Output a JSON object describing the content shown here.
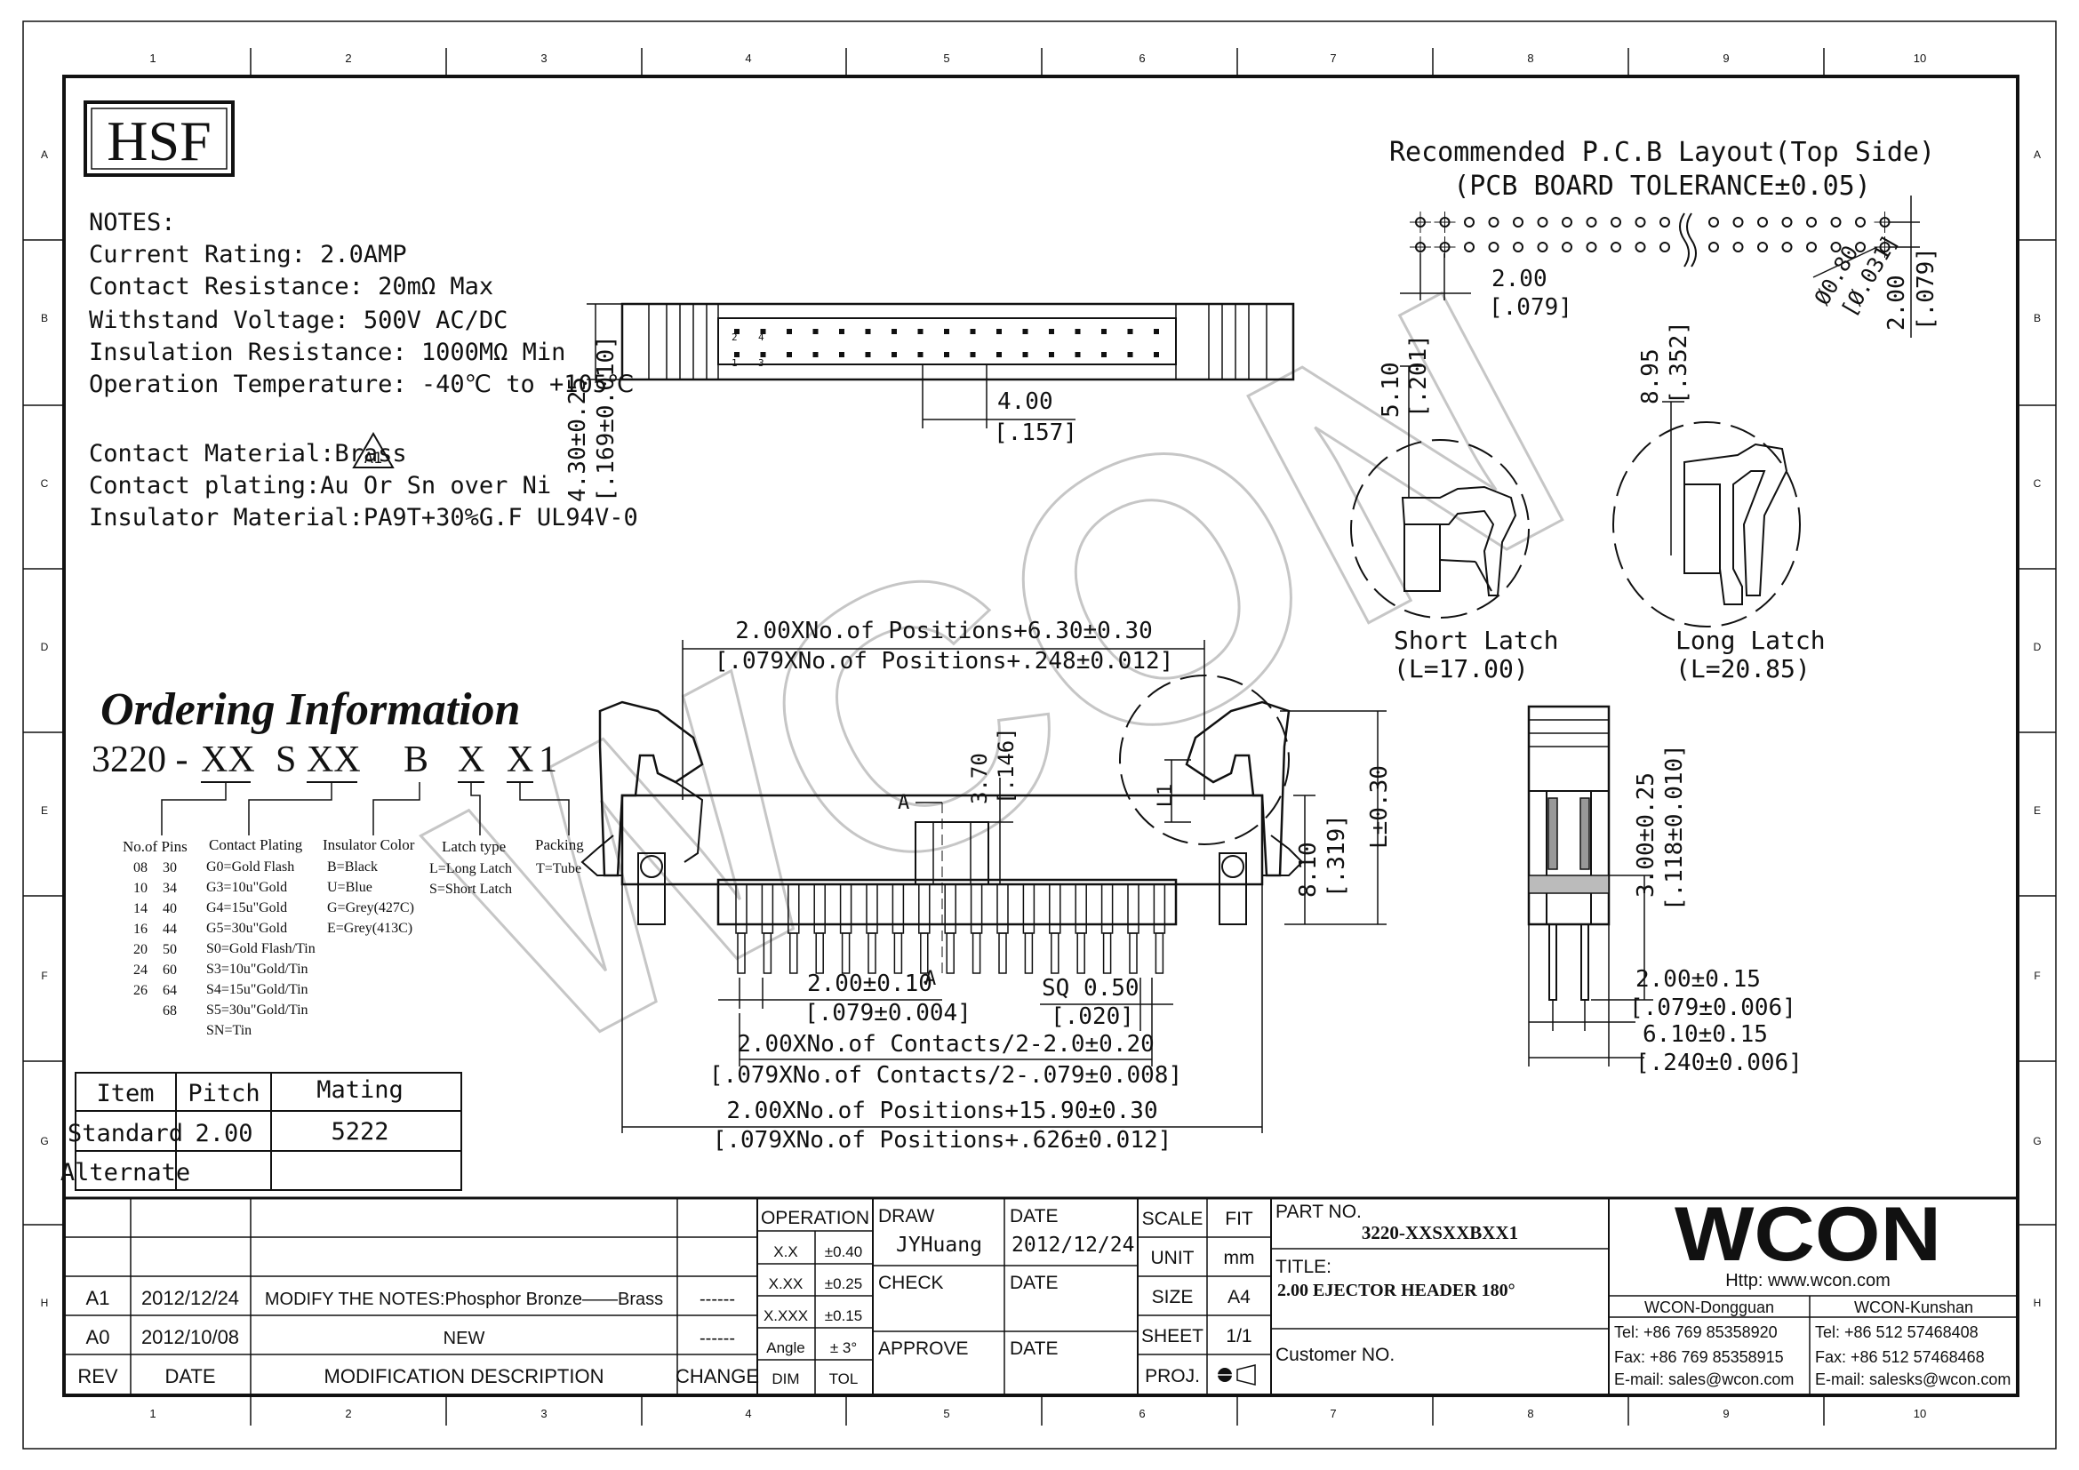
{
  "frame": {
    "columns": [
      "1",
      "2",
      "3",
      "4",
      "5",
      "6",
      "7",
      "8",
      "9",
      "10"
    ],
    "rows": [
      "A",
      "B",
      "C",
      "D",
      "E",
      "F",
      "G",
      "H"
    ]
  },
  "watermark": "WCON",
  "hsf_logo": "HSF",
  "notes": {
    "heading": "NOTES:",
    "lines": [
      "Current Rating: 2.0AMP",
      "Contact Resistance: 20mΩ Max",
      "Withstand Voltage: 500V AC/DC",
      "Insulation Resistance: 1000MΩ Min",
      "Operation Temperature: -40℃ to +105℃"
    ],
    "materials": [
      "Contact Material:Brass",
      "Contact plating:Au Or Sn over Ni",
      "Insulator Material:PA9T+30%G.F UL94V-0"
    ],
    "rev_mark": "A1"
  },
  "pcb": {
    "title": "Recommended P.C.B Layout(Top Side)",
    "subtitle": "(PCB BOARD TOLERANCE±0.05)",
    "pitch_mm": "2.00",
    "pitch_in": "[.079]",
    "hole_mm": "Ø0.80",
    "hole_in": "[Ø.031]",
    "row_mm": "2.00",
    "row_in": "[.079]"
  },
  "top_view": {
    "pin1": "1",
    "pin2": "2",
    "pin3": "3",
    "pin4": "4",
    "key_mm": "4.00",
    "key_in": "[.157]",
    "height_mm": "4.30±0.25",
    "height_in": "[.169±0.010]"
  },
  "latches": {
    "short_dim_mm": "5.10",
    "short_dim_in": "[.201]",
    "short_label": "Short Latch",
    "short_len": "(L=17.00)",
    "long_dim_mm": "8.95",
    "long_dim_in": "[.352]",
    "long_label": "Long Latch",
    "long_len": "(L=20.85)"
  },
  "front_view": {
    "top_mm": "2.00XNo.of  Positions+6.30±0.30",
    "top_in": "[.079XNo.of  Positions+.248±0.012]",
    "a_mark": "A",
    "pin_h_mm": "3.70",
    "pin_h_in": "[.146]",
    "l1": "L1",
    "body_mm": "8.10",
    "body_in": "[.319]",
    "total_h": "L±0.30",
    "pitch_mm": "2.00±0.10",
    "pitch_in": "[.079±0.004]",
    "sq_mm": "SQ  0.50",
    "sq_in": "[.020]",
    "contacts_mm": "2.00XNo.of  Contacts/2-2.0±0.20",
    "contacts_in": "[.079XNo.of  Contacts/2-.079±0.008]",
    "overall_mm": "2.00XNo.of  Positions+15.90±0.30",
    "overall_in": "[.079XNo.of  Positions+.626±0.012]"
  },
  "side_view": {
    "tail_mm": "3.00±0.25",
    "tail_in": "[.118±0.010]",
    "row_mm": "2.00±0.15",
    "row_in": "[.079±0.006]",
    "width_mm": "6.10±0.15",
    "width_in": "[.240±0.006]"
  },
  "ordering": {
    "title": "Ordering Information",
    "prefix": "3220 -",
    "code_parts": [
      "XX",
      "S",
      "XX",
      "B",
      "X",
      "X",
      "1"
    ],
    "no_of_pins": {
      "label": "No.of Pins",
      "rows": [
        [
          "08",
          "30"
        ],
        [
          "10",
          "34"
        ],
        [
          "14",
          "40"
        ],
        [
          "16",
          "44"
        ],
        [
          "20",
          "50"
        ],
        [
          "24",
          "60"
        ],
        [
          "26",
          "64"
        ],
        [
          "",
          "68"
        ]
      ]
    },
    "contact_plating": {
      "label": "Contact Plating",
      "items": [
        "G0=Gold Flash",
        "G3=10u\"Gold",
        "G4=15u\"Gold",
        "G5=30u\"Gold",
        "S0=Gold Flash/Tin",
        "S3=10u\"Gold/Tin",
        "S4=15u\"Gold/Tin",
        "S5=30u\"Gold/Tin",
        "SN=Tin"
      ]
    },
    "insulator_color": {
      "label": "Insulator Color",
      "items": [
        "B=Black",
        "U=Blue",
        "G=Grey(427C)",
        "E=Grey(413C)"
      ]
    },
    "latch_type": {
      "label": "Latch type",
      "items": [
        "L=Long Latch",
        "S=Short Latch"
      ]
    },
    "packing": {
      "label": "Packing",
      "items": [
        "T=Tube"
      ]
    }
  },
  "mating_table": {
    "headers": [
      "Item",
      "Pitch",
      "Mating"
    ],
    "rows": [
      [
        "Standard",
        "2.00",
        "5222"
      ],
      [
        "Alternate",
        "",
        ""
      ]
    ]
  },
  "title_block": {
    "revisions": [
      {
        "rev": "A1",
        "date": "2012/12/24",
        "desc": "MODIFY  THE  NOTES:Phosphor  Bronze——Brass",
        "change": "------"
      },
      {
        "rev": "A0",
        "date": "2012/10/08",
        "desc": "NEW",
        "change": "------"
      }
    ],
    "rev_headers": {
      "rev": "REV",
      "date": "DATE",
      "desc": "MODIFICATION  DESCRIPTION",
      "change": "CHANGE"
    },
    "operation": "OPERATION",
    "tolerances": [
      [
        "X.X",
        "±0.40"
      ],
      [
        "X.XX",
        "±0.25"
      ],
      [
        "X.XXX",
        "±0.15"
      ],
      [
        "Angle",
        "±  3°"
      ]
    ],
    "dim": "DIM",
    "tol": "TOL",
    "draw": "DRAW",
    "drawer": "JYHuang",
    "check": "CHECK",
    "approve": "APPROVE",
    "date_label": "DATE",
    "date_value": "2012/12/24",
    "scale": "SCALE",
    "scale_val": "FIT",
    "unit": "UNIT",
    "unit_val": "mm",
    "size": "SIZE",
    "size_val": "A4",
    "sheet": "SHEET",
    "sheet_val": "1/1",
    "proj": "PROJ.",
    "part_no_label": "PART  NO.",
    "part_no": "3220-XXSXXBXX1",
    "title_label": "TITLE:",
    "title": "2.00 EJECTOR HEADER 180°",
    "customer_label": "Customer  NO.",
    "company_logo": "WCON",
    "http": "Http:  www.wcon.com",
    "dongguan": {
      "name": "WCON-Dongguan",
      "tel": "Tel: +86 769 85358920",
      "fax": "Fax: +86 769 85358915",
      "email": "E-mail: sales@wcon.com"
    },
    "kunshan": {
      "name": "WCON-Kunshan",
      "tel": "Tel: +86 512 57468408",
      "fax": "Fax: +86 512 57468468",
      "email": "E-mail: salesks@wcon.com"
    }
  }
}
